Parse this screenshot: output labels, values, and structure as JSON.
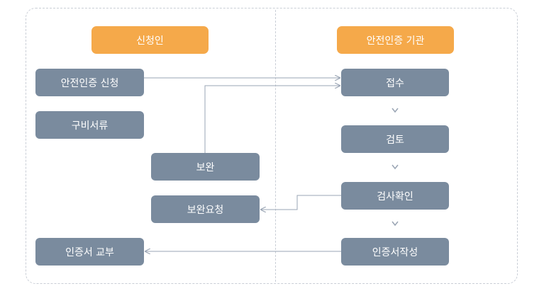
{
  "applicant": {
    "title": "신청인",
    "apply": "안전인증 신청",
    "documents": "구비서류",
    "supplement": "보완",
    "supplement_request": "보완요청",
    "issue": "인증서 교부"
  },
  "agency": {
    "title": "안전인증 기관",
    "receipt": "접수",
    "review": "검토",
    "inspection": "검사확인",
    "certificate_writing": "인증서작성"
  },
  "colors": {
    "header_bg": "#f5a94a",
    "box_bg": "#7a8b9e",
    "line": "#9aa5b4",
    "border": "#c9ced6"
  }
}
